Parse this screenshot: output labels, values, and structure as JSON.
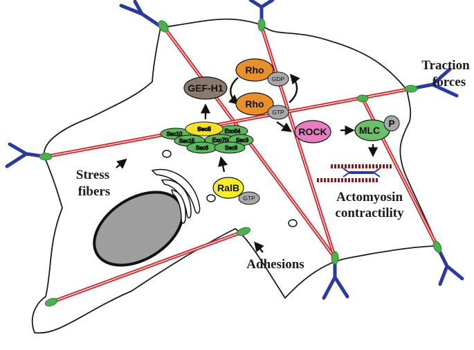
{
  "colors": {
    "fiber_red": "#d7262c",
    "adhesion_green": "#4caf50",
    "integrin_blue": "#2a3a9e",
    "rho_orange": "#e8902a",
    "gef_brown": "#8a7a6e",
    "rock_pink": "#e57fc0",
    "mlc_green": "#6bbf6b",
    "exocyst_green": "#5cb85c",
    "sec5_yellow": "#f4e12a",
    "ralb_yellow": "#f4ec2a",
    "nucleus_gray": "#9e9e9e",
    "nucleotide_gray": "#a8a8a8"
  },
  "labels": {
    "traction": [
      "Traction",
      "forces"
    ],
    "stress": [
      "Stress",
      "fibers"
    ],
    "adhesions": "Adhesions",
    "actomyosin": [
      "Actomyosin",
      "contractility"
    ]
  },
  "nodes": {
    "gef_h1": "GEF-H1",
    "rho_top": "Rho",
    "gdp": "GDP",
    "rho_bottom": "Rho",
    "gtp_rho": "GTP",
    "rock": "ROCK",
    "mlc": "MLC",
    "p": "P",
    "ralb": "RalB",
    "gtp_ralb": "GTP"
  },
  "exocyst": {
    "sec5": "Sec5",
    "sec10": "Sec10",
    "exo84": "Exo84",
    "sec15": "Sec15",
    "exo70": "Exo70",
    "sec3": "Sec3",
    "sec6": "Sec6",
    "sec8": "Sec8"
  },
  "icons": [
    "integrin-receptor-icon",
    "adhesion-plaque-icon",
    "nucleus-icon",
    "golgi-icon",
    "vesicle-icon",
    "myosin-filament-icon"
  ]
}
